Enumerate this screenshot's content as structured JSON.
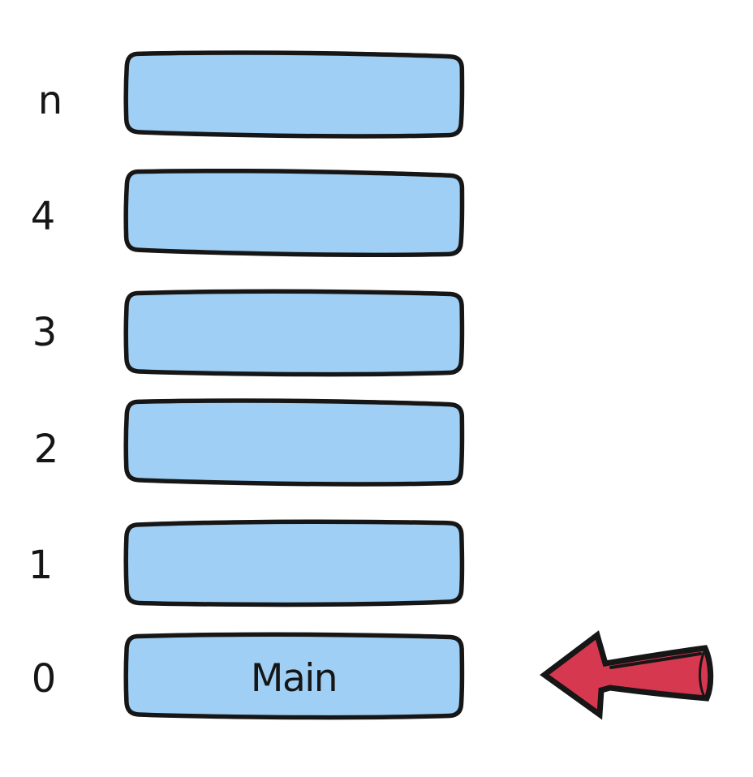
{
  "diagram": {
    "frames": [
      {
        "index": "n",
        "label": ""
      },
      {
        "index": "4",
        "label": ""
      },
      {
        "index": "3",
        "label": ""
      },
      {
        "index": "2",
        "label": ""
      },
      {
        "index": "1",
        "label": ""
      },
      {
        "index": "0",
        "label": "Main"
      }
    ],
    "arrow": {
      "icon": "arrow-left-icon",
      "direction": "left"
    }
  },
  "colors": {
    "ink": "#161616",
    "frame-fill": "#9fcff4",
    "arrow-fill": "#d63850",
    "background": "#ffffff"
  }
}
